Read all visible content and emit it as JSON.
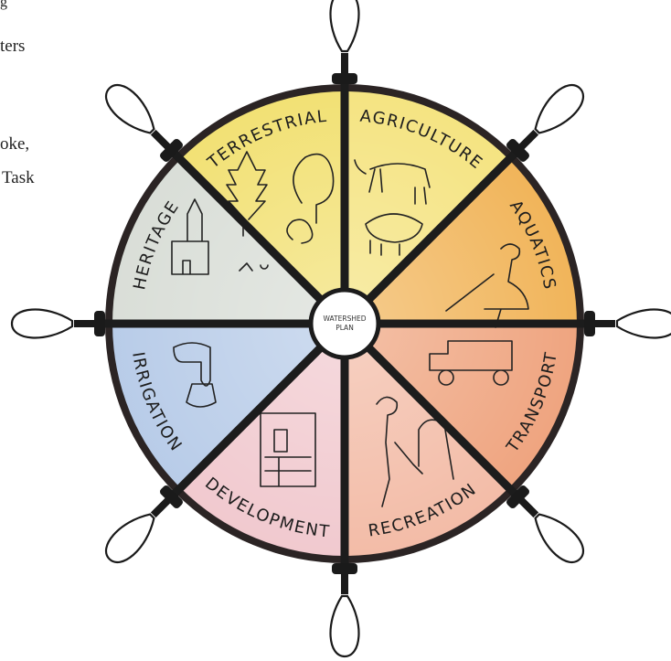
{
  "side_text": [
    {
      "text": "g"
    },
    {
      "text": "ters"
    },
    {
      "text": "oke,"
    },
    {
      "text": "Task"
    }
  ],
  "hub": {
    "line1": "WATERSHED",
    "line2": "PLAN"
  },
  "segments": [
    {
      "label": "AGRICULTURE",
      "color": "#f4e27a"
    },
    {
      "label": "AQUATICS",
      "color": "#f0b050"
    },
    {
      "label": "TRANSPORT",
      "color": "#ee9f78"
    },
    {
      "label": "RECREATION",
      "color": "#f2b8a2"
    },
    {
      "label": "DEVELOPMENT",
      "color": "#f0c6cc"
    },
    {
      "label": "IRRIGATION",
      "color": "#b4c9e7"
    },
    {
      "label": "HERITAGE",
      "color": "#d7dcd5"
    },
    {
      "label": "TERRESTRIAL",
      "color": "#f1df6c"
    }
  ],
  "colors": {
    "frame": "#2b2424",
    "spoke": "#1c1c1c",
    "hub": "#ffffff"
  }
}
